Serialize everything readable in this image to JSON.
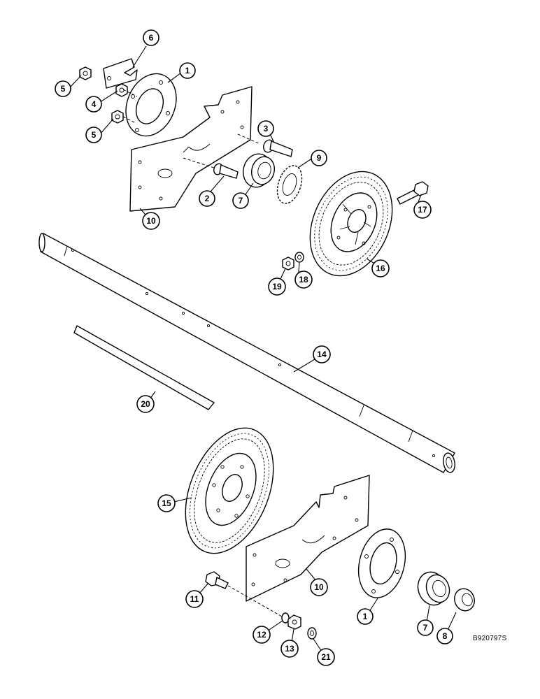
{
  "figure": {
    "reference_code": "B920797S",
    "callouts": [
      {
        "id": "c6",
        "label": "6"
      },
      {
        "id": "c1a",
        "label": "1"
      },
      {
        "id": "c5a",
        "label": "5"
      },
      {
        "id": "c4",
        "label": "4"
      },
      {
        "id": "c5b",
        "label": "5"
      },
      {
        "id": "c3",
        "label": "3"
      },
      {
        "id": "c9",
        "label": "9"
      },
      {
        "id": "c2",
        "label": "2"
      },
      {
        "id": "c7a",
        "label": "7"
      },
      {
        "id": "c10a",
        "label": "10"
      },
      {
        "id": "c17",
        "label": "17"
      },
      {
        "id": "c16",
        "label": "16"
      },
      {
        "id": "c19",
        "label": "19"
      },
      {
        "id": "c18",
        "label": "18"
      },
      {
        "id": "c14",
        "label": "14"
      },
      {
        "id": "c20",
        "label": "20"
      },
      {
        "id": "c15",
        "label": "15"
      },
      {
        "id": "c10b",
        "label": "10"
      },
      {
        "id": "c11",
        "label": "11"
      },
      {
        "id": "c1b",
        "label": "1"
      },
      {
        "id": "c7b",
        "label": "7"
      },
      {
        "id": "c8",
        "label": "8"
      },
      {
        "id": "c12",
        "label": "12"
      },
      {
        "id": "c13",
        "label": "13"
      },
      {
        "id": "c21",
        "label": "21"
      }
    ]
  }
}
